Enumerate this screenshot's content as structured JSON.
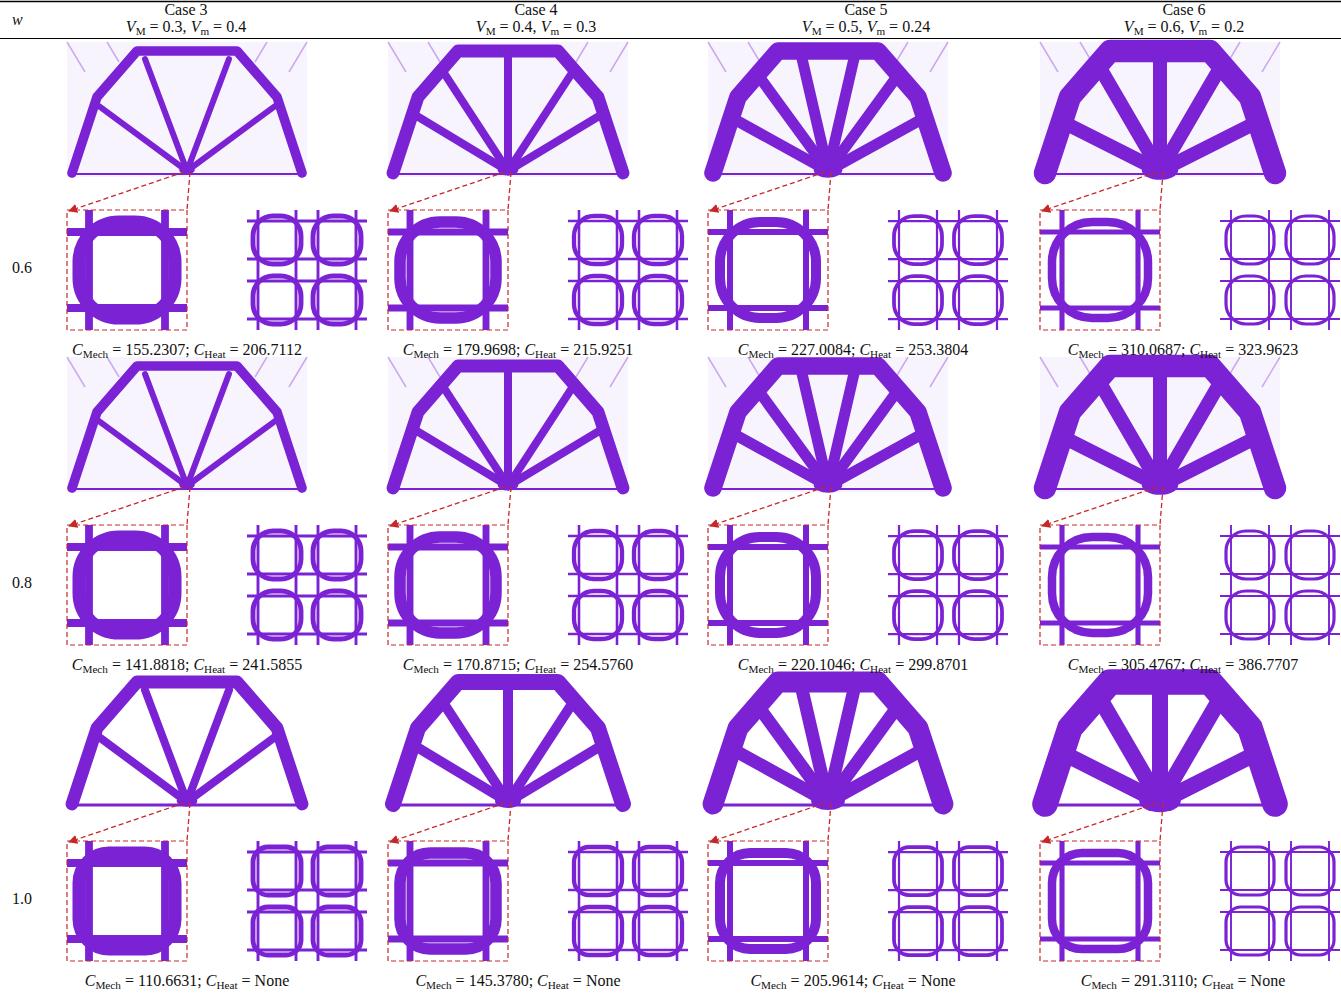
{
  "diagram": {
    "labels": [
      "w",
      "Case 3",
      "VM = 0.3, Vm = 0.4",
      "Case 4",
      "VM = 0.4, Vm = 0.3",
      "Case 5",
      "VM = 0.5, Vm = 0.24",
      "Case 6",
      "VM = 0.6, Vm = 0.2",
      "0.6",
      "CMech = 155.2307; CHeat = 206.7112",
      "CMech = 179.9698; CHeat = 215.9251",
      "CMech = 227.0084; CHeat = 253.3804",
      "CMech = 310.0687; CHeat = 323.9623",
      "0.8",
      "CMech = 141.8818; CHeat = 241.5855",
      "CMech = 170.8715; CHeat = 254.5760",
      "CMech = 220.1046; CHeat = 299.8701",
      "CMech = 305.4767; CHeat = 386.7707",
      "1.0",
      "CMech = 110.6631; CHeat = None",
      "CMech = 145.3780; CHeat = None",
      "CMech = 205.9614; CHeat = None",
      "CMech = 291.3110; CHeat = None"
    ]
  }
}
